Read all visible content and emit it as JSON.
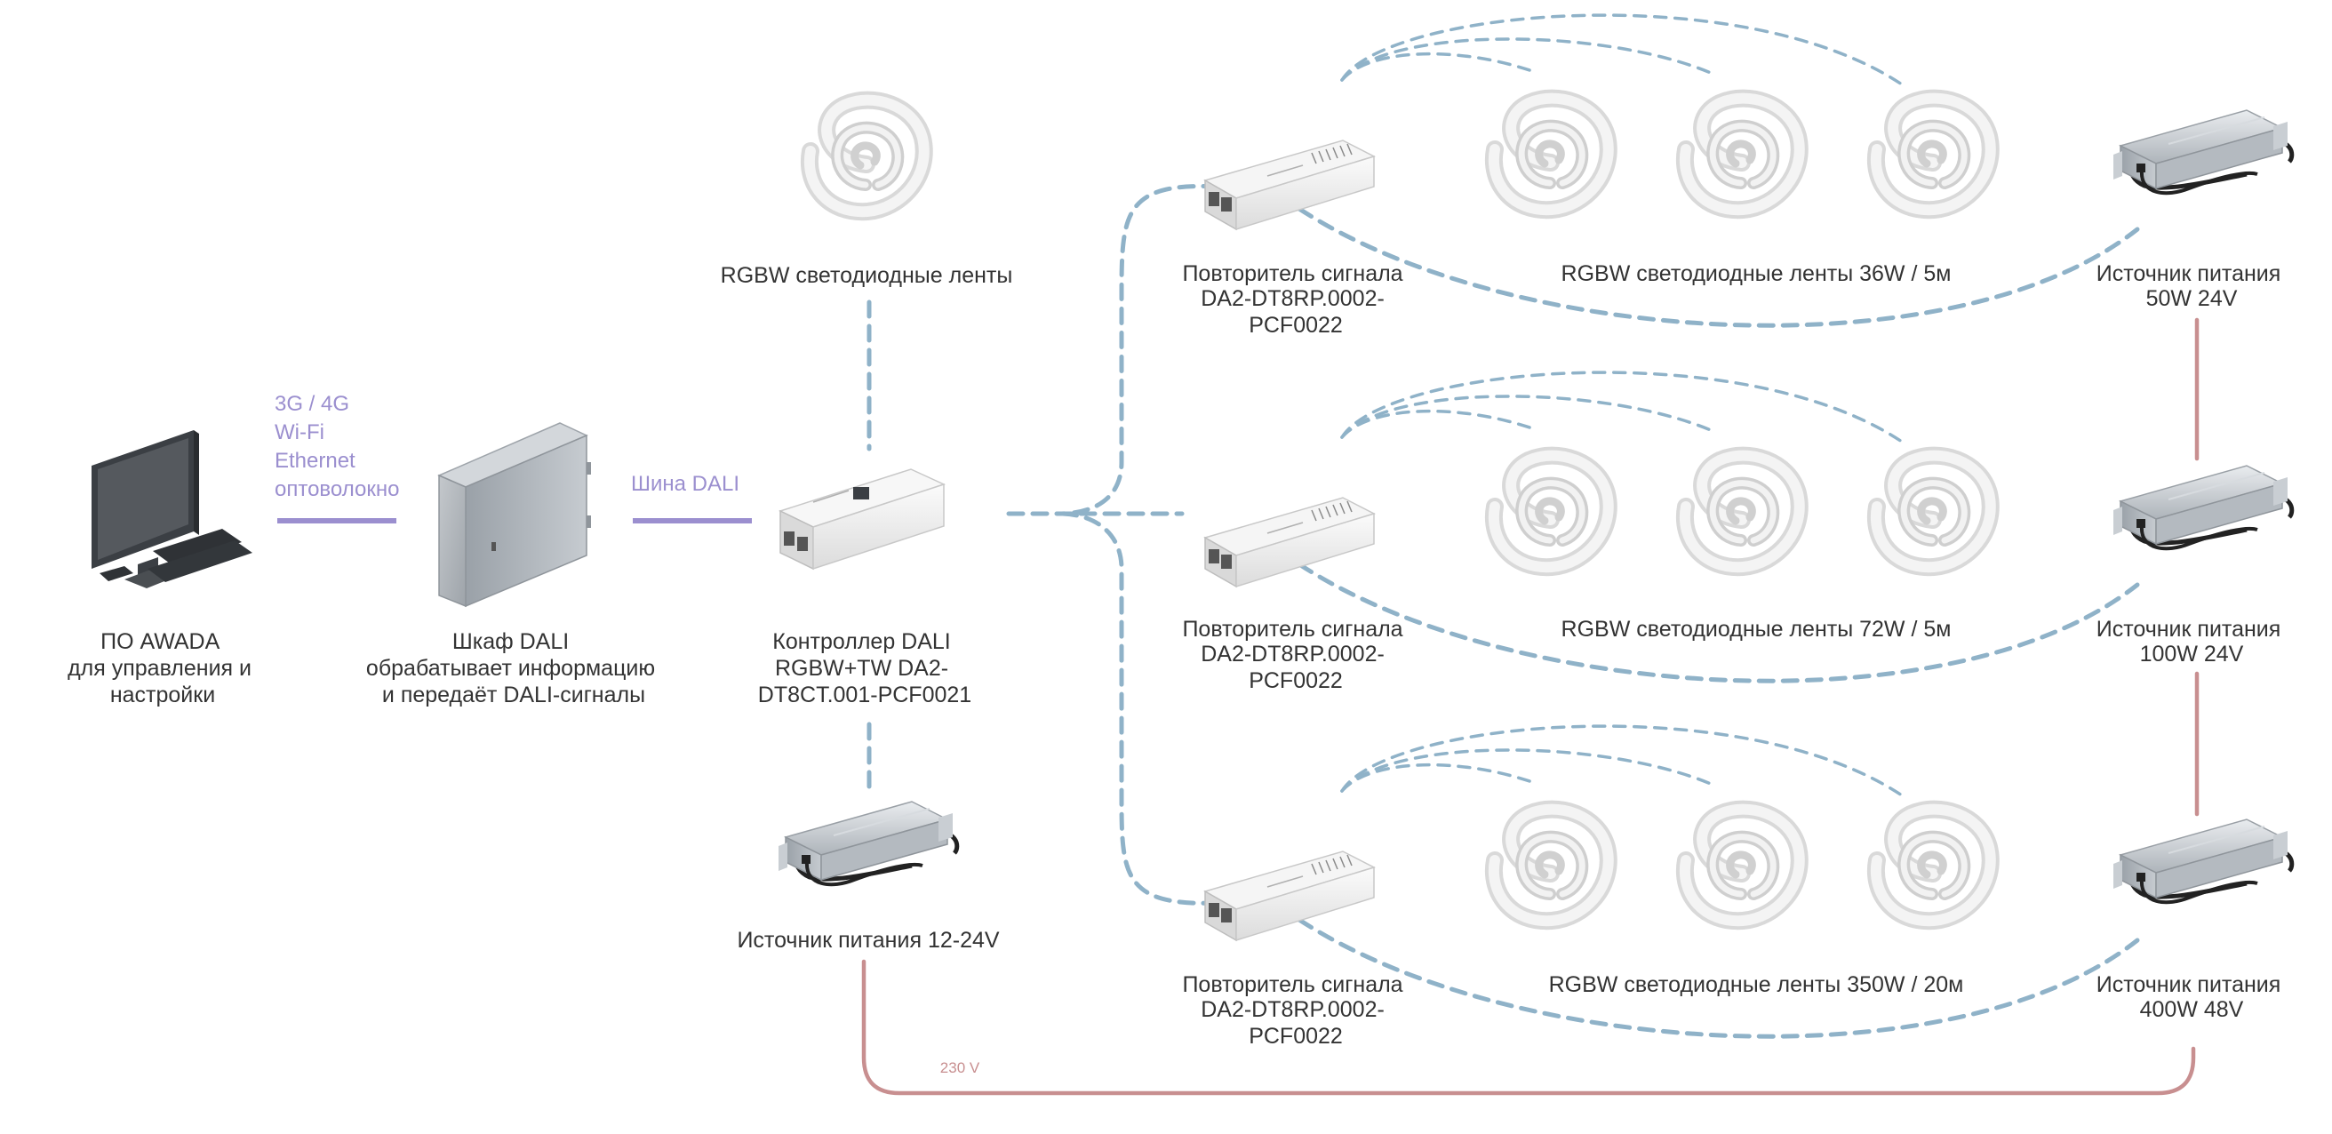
{
  "colors": {
    "signal": "#8fb2c8",
    "network": "#9b8fcf",
    "power": "#c88f90",
    "text": "#333333"
  },
  "pc": {
    "icon": "computer-icon",
    "label": [
      "ПО AWADA",
      "для управления и",
      "настройки"
    ]
  },
  "network": {
    "lines": [
      "3G / 4G",
      "Wi-Fi",
      "Ethernet",
      "оптоволокно"
    ]
  },
  "cabinet": {
    "icon": "cabinet-icon",
    "label": [
      "Шкаф DALI",
      "обрабатывает информацию",
      "и передаёт DALI-сигналы"
    ]
  },
  "bus": {
    "label": "Шина DALI"
  },
  "controller": {
    "icon": "controller-icon",
    "label": [
      "Контроллер DALI",
      "RGBW+TW DA2-",
      "DT8CT.001-PCF0021"
    ]
  },
  "top_strip": {
    "icon": "led-strip-icon",
    "label": "RGBW светодиодные ленты"
  },
  "controller_psu": {
    "icon": "power-supply-icon",
    "label": "Источник питания 12-24V"
  },
  "rows": [
    {
      "repeater_label": [
        "Повторитель сигнала",
        "DA2-DT8RP.0002-",
        "PCF0022"
      ],
      "strips_label": "RGBW светодиодные ленты 36W / 5м",
      "psu_label": [
        "Источник питания",
        "50W 24V"
      ]
    },
    {
      "repeater_label": [
        "Повторитель сигнала",
        "DA2-DT8RP.0002-",
        "PCF0022"
      ],
      "strips_label": "RGBW светодиодные ленты 72W / 5м",
      "psu_label": [
        "Источник питания",
        "100W 24V"
      ]
    },
    {
      "repeater_label": [
        "Повторитель сигнала",
        "DA2-DT8RP.0002-",
        "PCF0022"
      ],
      "strips_label": "RGBW светодиодные ленты 350W / 20м",
      "psu_label": [
        "Источник питания",
        "400W 48V"
      ]
    }
  ],
  "mains": {
    "label": "230 V"
  }
}
